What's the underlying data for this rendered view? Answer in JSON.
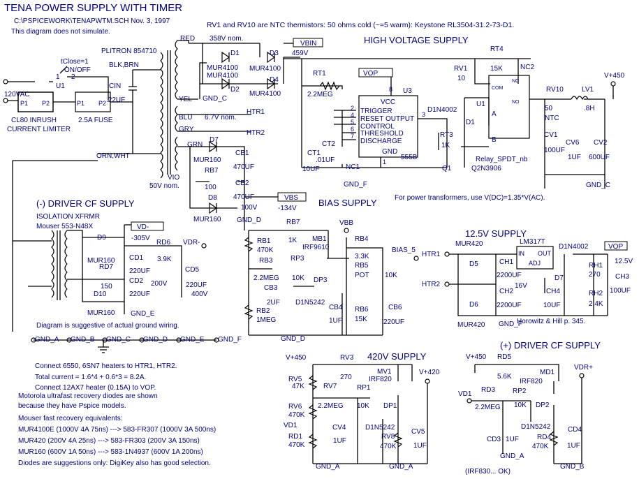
{
  "title": "TENA POWER SUPPLY WITH TIMER",
  "subtitle": "C:\\PSPICEWORK\\TENAPWTM.SCH  Nov. 3, 1997",
  "no_sim_note": "This diagram does not simulate.",
  "ntc_note": "RV1 and RV10 are NTC thermistors: 50 ohms cold (~=5 warm): Keystone RL3504-31.2-73-D1.",
  "sections": {
    "hv": "HIGH VOLTAGE SUPPLY",
    "bias": "BIAS SUPPLY",
    "driver_neg": "(-) DRIVER CF SUPPLY",
    "v12": "12.5V SUPPLY",
    "v420": "420V SUPPLY",
    "driver_pos": "(+) DRIVER CF SUPPLY"
  },
  "xfmr_note": "For power transformers, use V(DC)=1.35*V(AC).",
  "horowitz_note": "Horowitz & Hill p. 345.",
  "ground_note": "Diagram is suggestive of actual ground wiring.",
  "notes": [
    "Connect 6550, 6SN7 heaters to HTR1, HTR2.",
    "Total current = 1.6*4 + 0.6*3 = 8.2A.",
    "Connect 12AX7 heater (0.15A) to VOP.",
    "Motorola ultrafast recovery diodes are shown",
    "because they have Pspice models.",
    "Mouser fast recovery equivalents:",
    "MUR4100E (1000V 4A 75ns) ---> 583-FR307 (1000V 3A 500ns)",
    "MUR420 (200V 4A 25ns) ---> 583-FR303 (200V 3A 150ns)",
    "MUR160 (600V 1A 50ns) ---> 583-1N4937 (600V 1A 200ns)",
    "Diodes are suggestions only:  DigiKey also has good selection.",
    "(IRF830... OK)"
  ],
  "labels": {
    "vac": "120VAC",
    "p1": "P1",
    "p2": "P2",
    "cl80": "CL80 INRUSH",
    "cl80b": "CURRENT LIMITER",
    "fuse": "2.5A FUSE",
    "tclose": "tClose=1",
    "onoff": "ON/OFF",
    "sw1": "1",
    "sw2": "2",
    "u1": "U1",
    "plitron": "PLITRON 854710",
    "blkbrn": "BLK,BRN",
    "cin": "CIN",
    "c22uf": ".22UF",
    "orn": "ORN,WHT",
    "red": "RED",
    "yel": "YEL",
    "blu": "BLU",
    "gry": "GRY",
    "grn": "GRN",
    "vio": "VIO",
    "v50": "50V nom.",
    "v67": "6.7V nom.",
    "htr1": "HTR1",
    "htr2": "HTR2",
    "v358": "358V nom.",
    "d1": "D1",
    "d2": "D2",
    "d3": "D3",
    "d4": "D4",
    "mur4100": "MUR4100",
    "gnd_c": "GND_C",
    "v459": "459V",
    "vbin": "VBIN",
    "rt1": "RT1",
    "meg22": "2.2MEG",
    "vop": "VOP",
    "vcc": "VCC",
    "trigger": "TRIGGER",
    "reset": "RESET  OUTPUT",
    "control": "CONTROL",
    "threshold": "THRESHOLD",
    "discharge": "DISCHARGE",
    "gnd": "GND",
    "u3": "U3",
    "pin1": "1",
    "pin2": "2",
    "pin3": "3",
    "pin4": "4",
    "pin5": "5",
    "pin6": "6",
    "pin7": "7",
    "pin8": "8",
    "ic555": "555B",
    "ct1": "CT1",
    "c10uf": "10UF",
    "ct2": "CT2",
    "c01uf": ".01UF",
    "nc1": "NC1",
    "gnd_f": "GND_F",
    "d1n4002": "D1N4002",
    "rt3": "RT3",
    "r1k": "1K",
    "q1": "Q1",
    "q2n3906": "Q2N3906",
    "rv1": "RV1",
    "r10": "10",
    "rt4": "RT4",
    "r15k": "15K",
    "nc2": "NC2",
    "com": "COM",
    "nc": "NC",
    "no": "NO",
    "pin_a": "A",
    "pin_b": "B",
    "relay": "Relay_SPDT_nb",
    "rv10": "RV10",
    "r50": "50",
    "ntc": "NTC",
    "lv1": "LV1",
    "h8": ".8H",
    "v450": "V+450",
    "cv1": "CV1",
    "c100uf": "100UF",
    "cv6": "CV6",
    "c1uf": "1UF",
    "cv2": "CV2",
    "c600uf": "600UF",
    "d7": "D7",
    "d8": "D8",
    "mur160": "MUR160",
    "rb7": "RB7",
    "r100": "100",
    "cb1": "CB1",
    "cb2": "CB2",
    "c470uf": "470UF",
    "v100": "100V",
    "gnd_d": "GND_D",
    "vbs": "VBS",
    "vm134": "-134V",
    "rb1": "RB1",
    "r470k": "470K",
    "rb3": "RB3",
    "cb3": "CB3",
    "c2uf": "2UF",
    "rb2": "RB2",
    "r1meg": "1MEG",
    "rb7b": "RB7",
    "mb1": "MB1",
    "irf9610": "IRF9610",
    "rp3": "RP3",
    "r10k": "10K",
    "dp3": "DP3",
    "d1n5242": "D1N5242",
    "cb4": "CB4",
    "vbb": "VBB",
    "rb4": "RB4",
    "r33k": "3.3K",
    "rb5": "RB5",
    "pot": "POT",
    "rb6": "RB6",
    "bias5": "BIAS_5",
    "cb6": "CB6",
    "c220uf": "220UF",
    "iso": "ISOLATION XFRMR",
    "mouser553": "Mouser 553-N48X",
    "d9": "D9",
    "d10": "D10",
    "rd7": "RD7",
    "r150": "150",
    "cd1": "CD1",
    "cd2": "CD2",
    "v200": "200V",
    "gnd_e": "GND_E",
    "vdneg": "VD-",
    "vm305": "-305V",
    "rd6": "RD6",
    "r39k": "3.9K",
    "vdrneg": "VDR-",
    "cd5": "CD5",
    "v400": "400V",
    "gnd_a": "GND_A",
    "gnd_b": "GND_B",
    "lm317t": "LM317T",
    "in": "IN",
    "out": "OUT",
    "adj": "ADJ",
    "mur420": "MUR420",
    "d5": "D5",
    "d6": "D6",
    "ch1": "CH1",
    "ch2": "CH2",
    "c2200uf": "2200UF",
    "v16": "16V",
    "ch4": "CH4",
    "rh1": "RH1",
    "r270": "270",
    "rh2": "RH2",
    "r24k": "2.4K",
    "ch3": "CH3",
    "v125": "12.5V",
    "rv3": "RV3",
    "mv1": "MV1",
    "irf820": "IRF820",
    "v420": "V+420",
    "rv5": "RV5",
    "r47k": "47K",
    "rv7": "RV7",
    "rp1": "RP1",
    "dp1": "DP1",
    "rv6": "RV6",
    "vd1": "VD1",
    "rd1": "RD1",
    "cv4": "CV4",
    "rv8": "RV8",
    "cv5": "CV5",
    "rd5": "RD5",
    "r56k": "5.6K",
    "md1": "MD1",
    "vdrpos": "VDR+",
    "rd3": "RD3",
    "rp2": "RP2",
    "dp2": "DP2",
    "cd3": "CD3",
    "rd4": "RD4",
    "cd4": "CD4"
  }
}
